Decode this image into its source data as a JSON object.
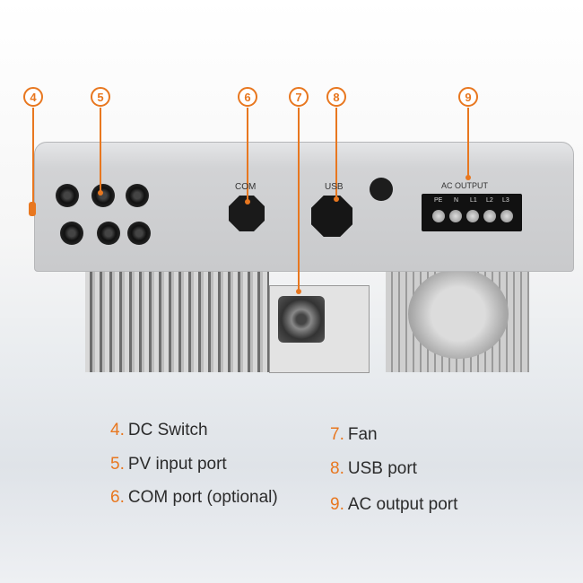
{
  "callouts": [
    "4",
    "5",
    "6",
    "7",
    "8",
    "9"
  ],
  "panel_labels": {
    "com": "COM",
    "usb": "USB",
    "ac_output": "AC OUTPUT",
    "terminals": [
      "PE",
      "N",
      "L1",
      "L2",
      "L3"
    ]
  },
  "legend": [
    {
      "num": "4.",
      "text": "DC Switch"
    },
    {
      "num": "5.",
      "text": "PV input port"
    },
    {
      "num": "6.",
      "text": "COM port (optional)"
    },
    {
      "num": "7.",
      "text": "Fan"
    },
    {
      "num": "8.",
      "text": "USB port"
    },
    {
      "num": "9.",
      "text": "AC output port"
    }
  ],
  "colors": {
    "accent": "#e8771f"
  }
}
